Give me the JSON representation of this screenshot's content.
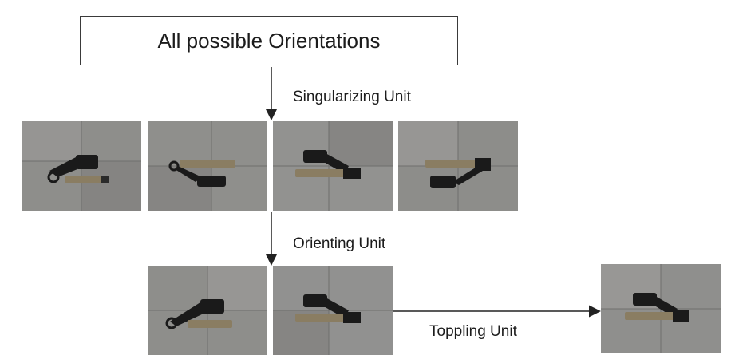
{
  "title": "All possible Orientations",
  "stages": [
    {
      "label": "Singularizing Unit"
    },
    {
      "label": "Orienting Unit"
    },
    {
      "label": "Toppling Unit"
    }
  ],
  "photos": {
    "row1": [
      "orientation-1-photo",
      "orientation-2-photo",
      "orientation-3-photo",
      "orientation-4-photo"
    ],
    "row2": [
      "oriented-1-photo",
      "oriented-2-photo"
    ],
    "output": "toppled-photo"
  },
  "colors": {
    "arrow": "#222222",
    "floor": "#8c8c8a",
    "part_dark": "#1a1a1a",
    "part_metal": "#8a7d62"
  }
}
